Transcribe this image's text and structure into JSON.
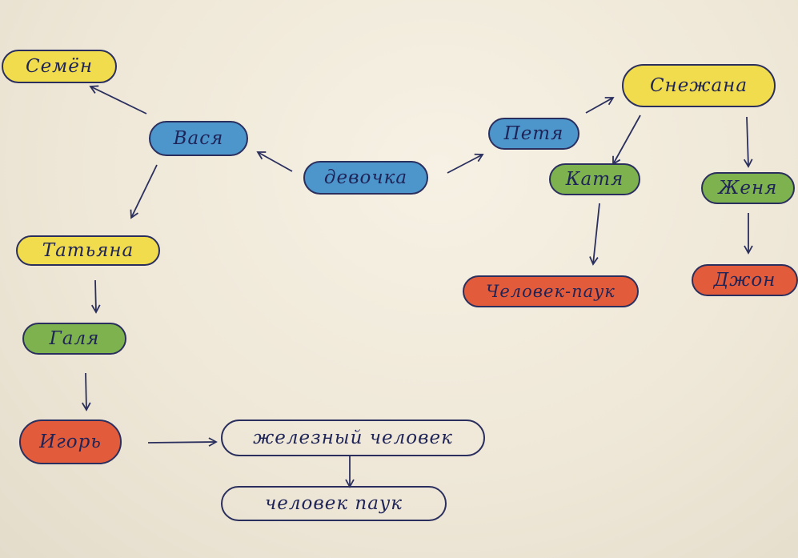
{
  "colors": {
    "ink": "#2b2f5e",
    "yellow": "#f0dc4c",
    "blue": "#4d96cc",
    "green": "#7eb24e",
    "red": "#e25c3c"
  },
  "nodes": {
    "semyon": "Семён",
    "vasya": "Вася",
    "devochka": "девочка",
    "petya": "Петя",
    "snezhana": "Снежана",
    "katya": "Катя",
    "zhenya": "Женя",
    "tatyana": "Татьяна",
    "galya": "Галя",
    "igor": "Игорь",
    "chelovek_pauk_1": "Человек-паук",
    "dzhon": "Джон",
    "zhelezny_chelovek": "железный человек",
    "chelovek_pauk_2": "человек паук"
  }
}
